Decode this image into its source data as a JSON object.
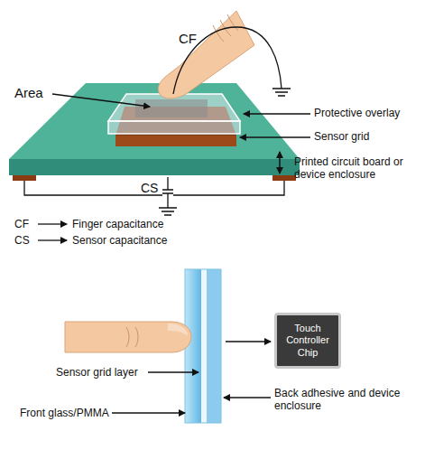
{
  "diagram": {
    "nodes": [
      {
        "text": [
          "Touch Controller Chip"
        ]
      }
    ],
    "labels": [
      "CF",
      "Area",
      "Protective overlay",
      "Sensor grid",
      "Printed circuit board or device enclosure",
      "CS",
      "CF",
      "Finger capacitance",
      "CS",
      "Sensor capacitance",
      "Sensor grid layer",
      "Front glass/PMMA",
      "Back adhesive and device enclosure"
    ]
  }
}
